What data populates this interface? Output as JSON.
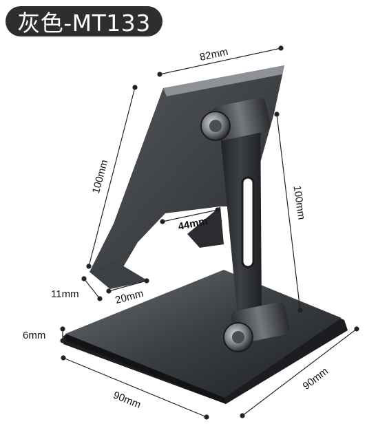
{
  "title": "灰色-MT133",
  "dimensions": {
    "top_width": "82mm",
    "back_height": "100mm",
    "arm_height": "100mm",
    "slot_width": "44mm",
    "lip_height": "11mm",
    "lip_depth": "20mm",
    "base_thickness": "6mm",
    "base_width": "90mm",
    "base_depth": "90mm"
  },
  "colors": {
    "title_bg": "#2e2e2e",
    "metal_dark": "#2b2d30",
    "metal_mid": "#4a4d52",
    "metal_light": "#8a8d92"
  }
}
